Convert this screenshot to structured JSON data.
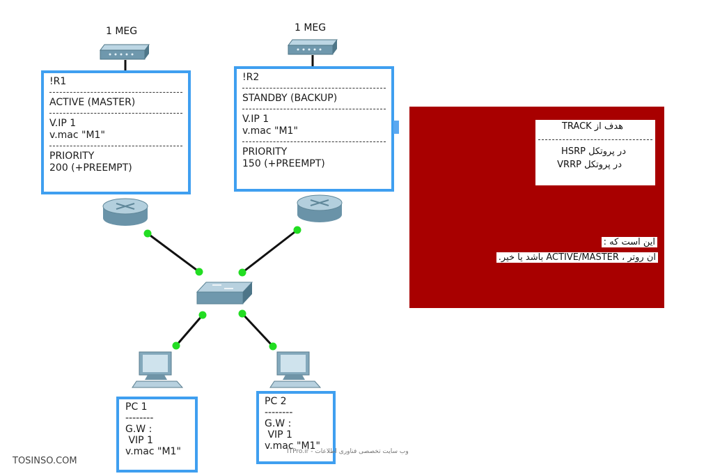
{
  "modems": [
    {
      "label": "1 MEG"
    },
    {
      "label": "1 MEG"
    }
  ],
  "r1": {
    "name": "!R1",
    "state": "ACTIVE (MASTER)",
    "vip": "V.IP 1",
    "vmac": "v.mac \"M1\"",
    "priority_label": "PRIORITY",
    "priority_value": "200 (+PREEMPT)"
  },
  "r2": {
    "name": "!R2",
    "state": "STANDBY (BACKUP)",
    "vip": "V.IP 1",
    "vmac": "v.mac \"M1\"",
    "priority_label": "PRIORITY",
    "priority_value": "150 (+PREEMPT)"
  },
  "pc1": {
    "name": "PC 1",
    "dashes": "--------",
    "gw": "G.W :",
    "vip": " VIP 1",
    "vmac": "v.mac \"M1\""
  },
  "pc2": {
    "name": "PC 2",
    "dashes": "--------",
    "gw": "G.W :",
    "vip": " VIP 1",
    "vmac": "v.mac \"M1\""
  },
  "track_box": {
    "title": "هدف از TRACK",
    "line1": "در پروتکل  HSRP",
    "line2": "در پروتکل  VRRP"
  },
  "panel_text": {
    "line1": "این است که :",
    "line2": "ان روتر ، ACTIVE/MASTER باشد یا خیر."
  },
  "footer": {
    "brand": "TOSINSO.COM",
    "watermark": "وب سایت تخصصی فناوری اطلاعات - ITPro.ir"
  },
  "colors": {
    "panel_red": "#a80000",
    "note_border": "#3f9ff0",
    "link_green": "#22dd22"
  }
}
